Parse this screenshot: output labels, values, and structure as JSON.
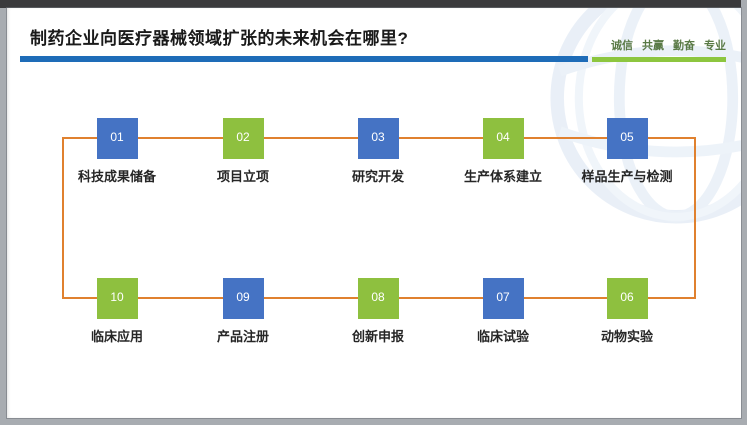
{
  "frame": {
    "top_bar_color": "#3a3a3c",
    "surround_color": "#a8acb1"
  },
  "palette": {
    "box_blue": "#4573c4",
    "box_green": "#8ec03f",
    "connector": "#e0812f",
    "number_text": "#ffffff",
    "label_text": "#262626",
    "title_underline": "#1e6cb8",
    "motto_underline": "#8dc63f",
    "motto_text": "#5a7a46"
  },
  "slide": {
    "title": "制药企业向医疗器械领域扩张的未来机会在哪里?",
    "motto": {
      "words": [
        "诚信",
        "共赢",
        "勤奋",
        "专业"
      ]
    },
    "watermark_icon": "globe-watermark"
  },
  "flow": {
    "steps": [
      {
        "number": "01",
        "label": "科技成果储备",
        "color": "blue"
      },
      {
        "number": "02",
        "label": "项目立项",
        "color": "green"
      },
      {
        "number": "03",
        "label": "研究开发",
        "color": "blue"
      },
      {
        "number": "04",
        "label": "生产体系建立",
        "color": "green"
      },
      {
        "number": "05",
        "label": "样品生产与检测",
        "color": "blue"
      },
      {
        "number": "06",
        "label": "动物实验",
        "color": "green"
      },
      {
        "number": "07",
        "label": "临床试验",
        "color": "blue"
      },
      {
        "number": "08",
        "label": "创新申报",
        "color": "green"
      },
      {
        "number": "09",
        "label": "产品注册",
        "color": "blue"
      },
      {
        "number": "10",
        "label": "临床应用",
        "color": "green"
      }
    ]
  }
}
